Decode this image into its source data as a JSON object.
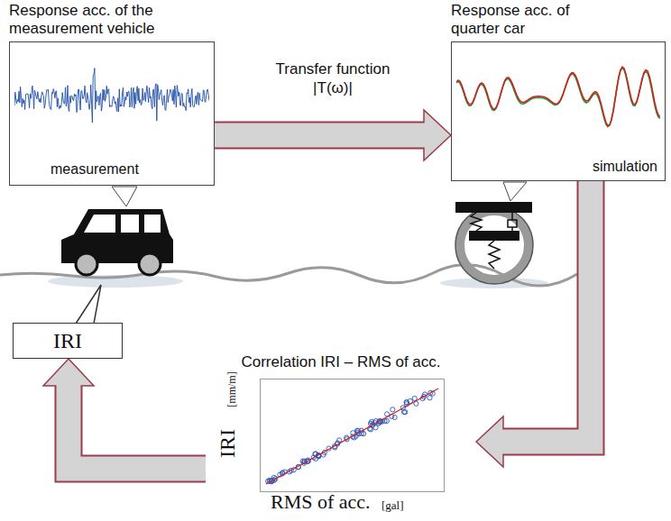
{
  "diagram": {
    "nodes": [
      {
        "text": [
          "Response acc. of the measurement vehicle",
          "measurement"
        ]
      },
      {
        "text": [
          "Response acc. of quarter car",
          "simulation"
        ]
      },
      {
        "text": [
          "IRI"
        ]
      },
      {
        "text": [
          "Correlation IRI – RMS of acc."
        ]
      }
    ],
    "edges": [
      {
        "from": 0,
        "to": 1,
        "arrow": "to",
        "label": "Transfer function |T(ω)|"
      },
      {
        "from": 1,
        "to": 3,
        "arrow": "to"
      },
      {
        "from": 3,
        "to": 2,
        "arrow": "to"
      }
    ],
    "labels": [
      "IRI",
      "[mm/m]",
      "RMS of acc.",
      "[gal]"
    ]
  }
}
